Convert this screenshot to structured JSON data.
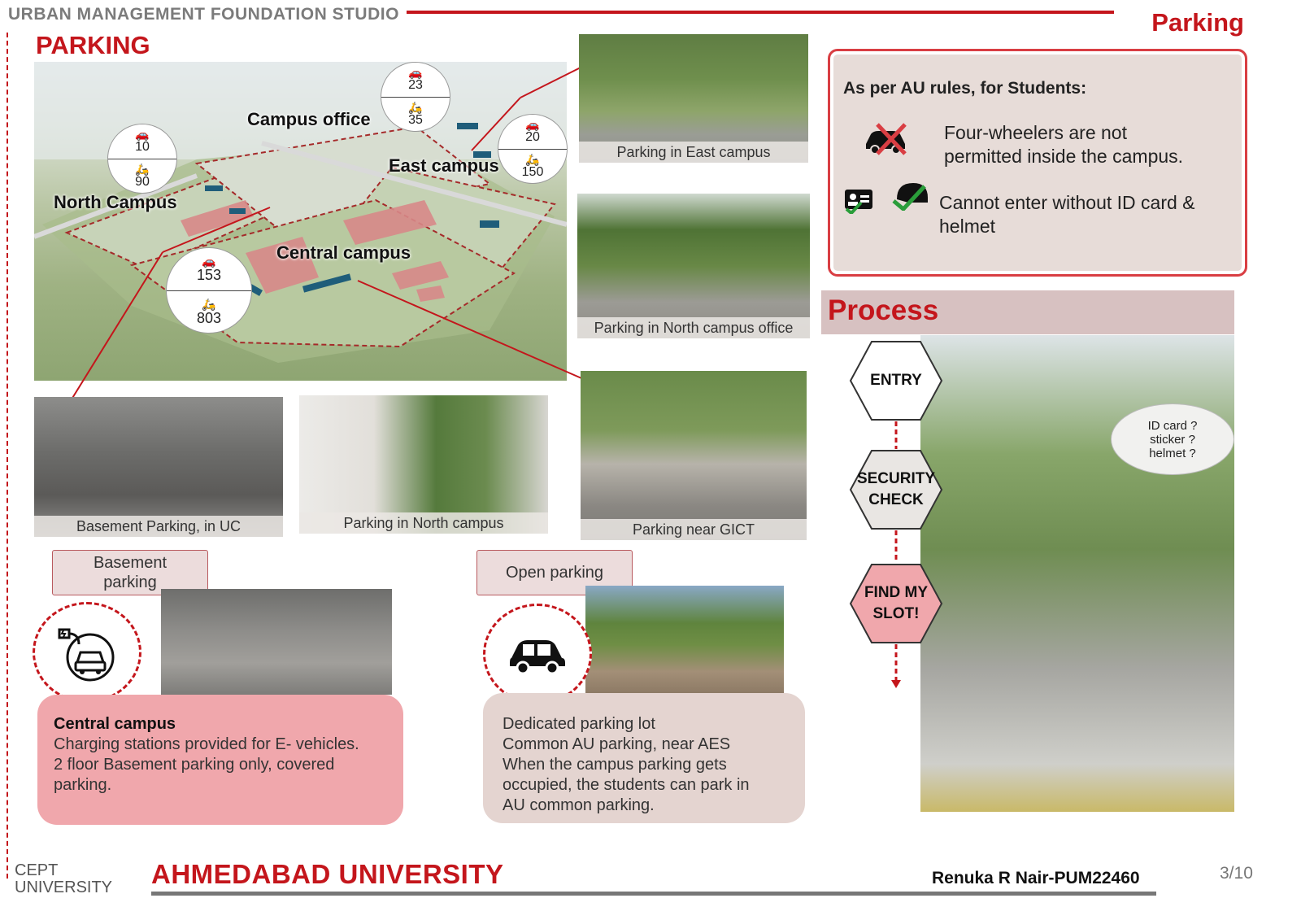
{
  "header": {
    "studio": "URBAN MANAGEMENT FOUNDATION STUDIO",
    "topic": "Parking"
  },
  "section_title": "PARKING",
  "map": {
    "labels": {
      "campus_office": "Campus office",
      "east": "East campus",
      "north": "North Campus",
      "central": "Central campus"
    },
    "counts": {
      "campus_office": {
        "cars": "23",
        "two_wheelers": "35"
      },
      "east": {
        "cars": "20",
        "two_wheelers": "150"
      },
      "north": {
        "cars": "10",
        "two_wheelers": "90"
      },
      "central": {
        "cars": "153",
        "two_wheelers": "803"
      }
    }
  },
  "photos": {
    "east": "Parking in East campus",
    "north_office": "Parking in North campus office",
    "gict": "Parking near GICT",
    "basement": "Basement Parking, in UC",
    "north": "Parking in North campus"
  },
  "tags": {
    "basement": [
      "Basement",
      "parking"
    ],
    "open": "Open parking"
  },
  "notes": {
    "central": {
      "heading": "Central campus",
      "lines": [
        "Charging stations provided for E- vehicles.",
        "2 floor Basement parking only, covered",
        "parking."
      ]
    },
    "open": {
      "lines": [
        "Dedicated parking lot",
        "Common AU parking, near AES",
        "When the campus parking gets",
        "occupied,  the students can park in",
        "AU common parking."
      ]
    }
  },
  "rules": {
    "heading": "As per AU rules, for Students:",
    "rule1": [
      "Four-wheelers are not",
      "permitted inside the campus."
    ],
    "rule2": [
      "Cannot enter without ID card &",
      "helmet"
    ]
  },
  "process": {
    "title": "Process",
    "steps": [
      "ENTRY",
      "SECURITY CHECK",
      "FIND MY SLOT!"
    ],
    "speech": [
      "ID card ?",
      "sticker ?",
      "helmet ?"
    ]
  },
  "footer": {
    "cept": [
      "CEPT",
      "UNIVERSITY"
    ],
    "university": "AHMEDABAD UNIVERSITY",
    "author": "Renuka R Nair-PUM22460",
    "page": "3/10"
  },
  "colors": {
    "accent": "#c4161c",
    "pink_note": "#f0a7ac",
    "beige_note": "#e4d4d0"
  }
}
